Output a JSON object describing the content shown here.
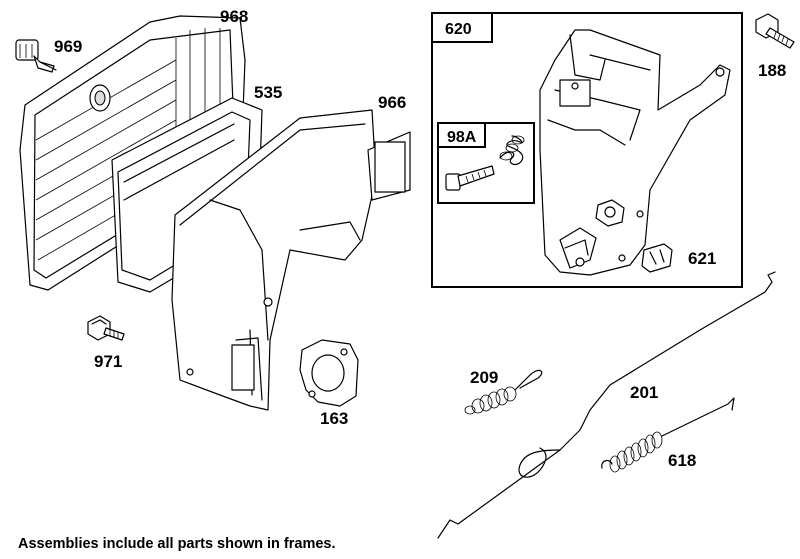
{
  "parts": {
    "p968": "968",
    "p969": "969",
    "p535": "535",
    "p966": "966",
    "p971": "971",
    "p163": "163",
    "p620": "620",
    "p98a": "98A",
    "p621": "621",
    "p188": "188",
    "p209": "209",
    "p201": "201",
    "p618": "618"
  },
  "footer_note": "Assemblies include all parts shown in frames."
}
